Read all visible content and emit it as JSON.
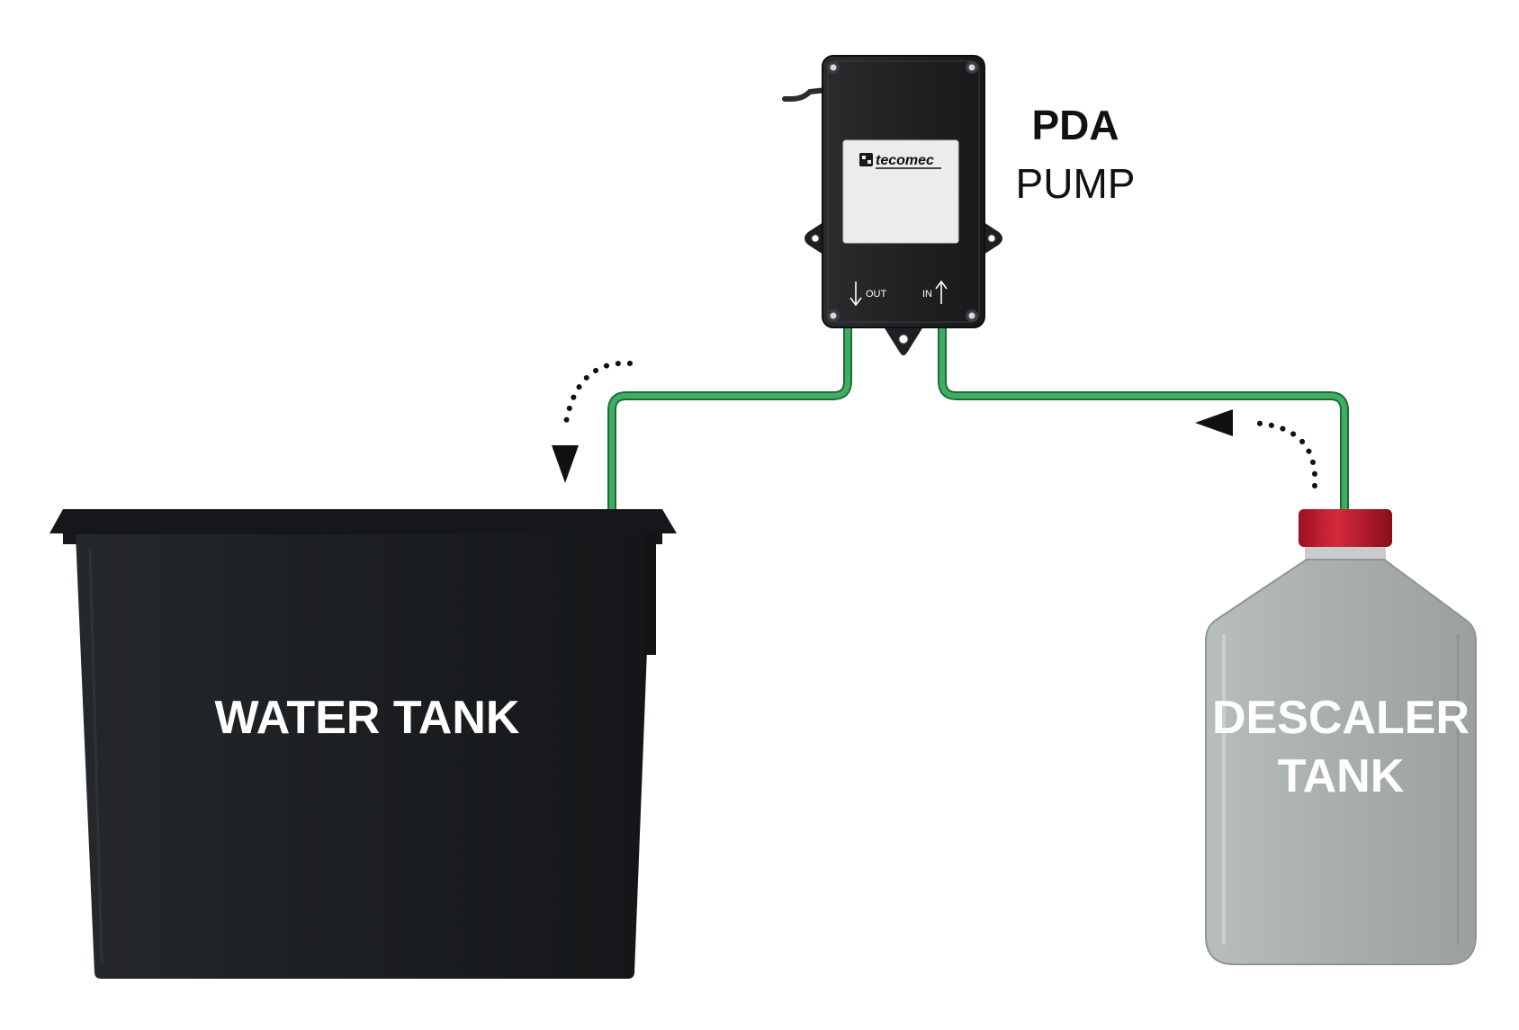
{
  "pump": {
    "label_line1": "PDA",
    "label_line2": "PUMP",
    "brand": "tecomec",
    "port_out": "OUT",
    "port_in": "IN"
  },
  "water_tank": {
    "label": "WATER TANK"
  },
  "descaler_tank": {
    "label_line1": "DESCALER",
    "label_line2": "TANK"
  },
  "colors": {
    "hose": "#3aa35c",
    "pump_body": "#1e2022",
    "water_tank": "#1e2124",
    "descaler_bottle": "#a9b0ae",
    "descaler_cap": "#c41e33",
    "arrow": "#111111"
  },
  "icons": [
    "down-arrow-icon",
    "up-arrow-icon",
    "tecomec-logo-icon"
  ]
}
